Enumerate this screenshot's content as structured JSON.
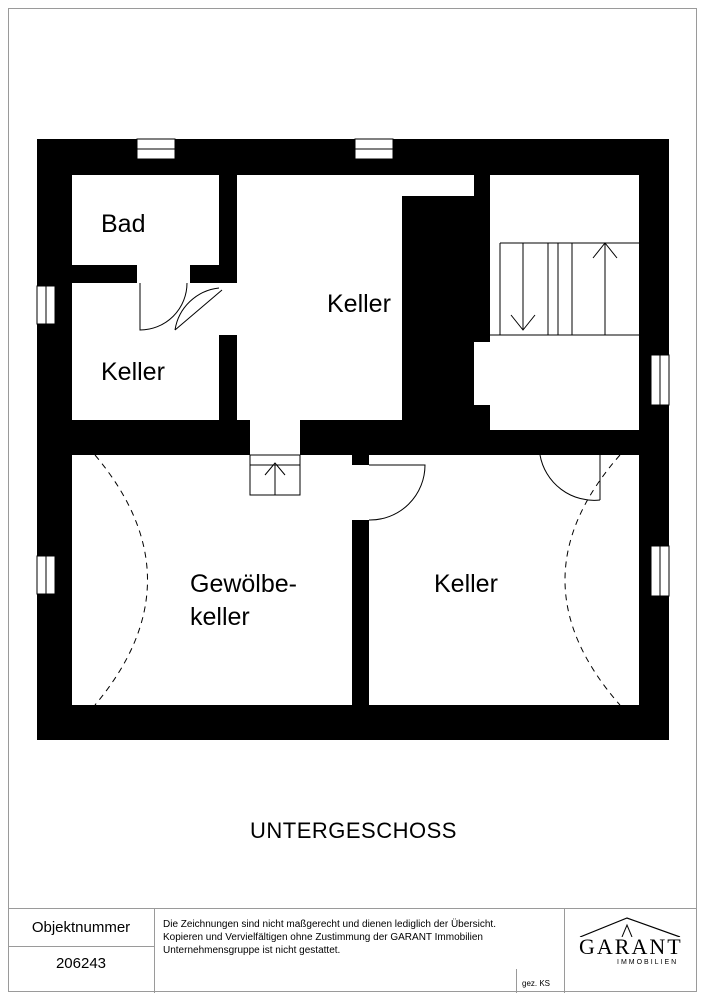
{
  "rooms": {
    "bad": "Bad",
    "keller_small": "Keller",
    "keller_center": "Keller",
    "gewoelbe_line1": "Gewölbe-",
    "gewoelbe_line2": "keller",
    "keller_right": "Keller"
  },
  "floor_title": "UNTERGESCHOSS",
  "footer": {
    "object_label": "Objektnummer",
    "object_number": "206243",
    "disclaimer_lines": [
      "Die Zeichnungen sind nicht maßgerecht und dienen lediglich der Übersicht.",
      "Kopieren und Vervielfältigen ohne Zustimmung der GARANT Immobilien",
      "Unternehmensgruppe ist nicht gestattet."
    ],
    "drawn_by": "gez. KS",
    "logo_word": "GARANT",
    "logo_sub": "IMMOBILIEN"
  },
  "colors": {
    "wall": "#000000",
    "frame": "#9a9a9a"
  }
}
